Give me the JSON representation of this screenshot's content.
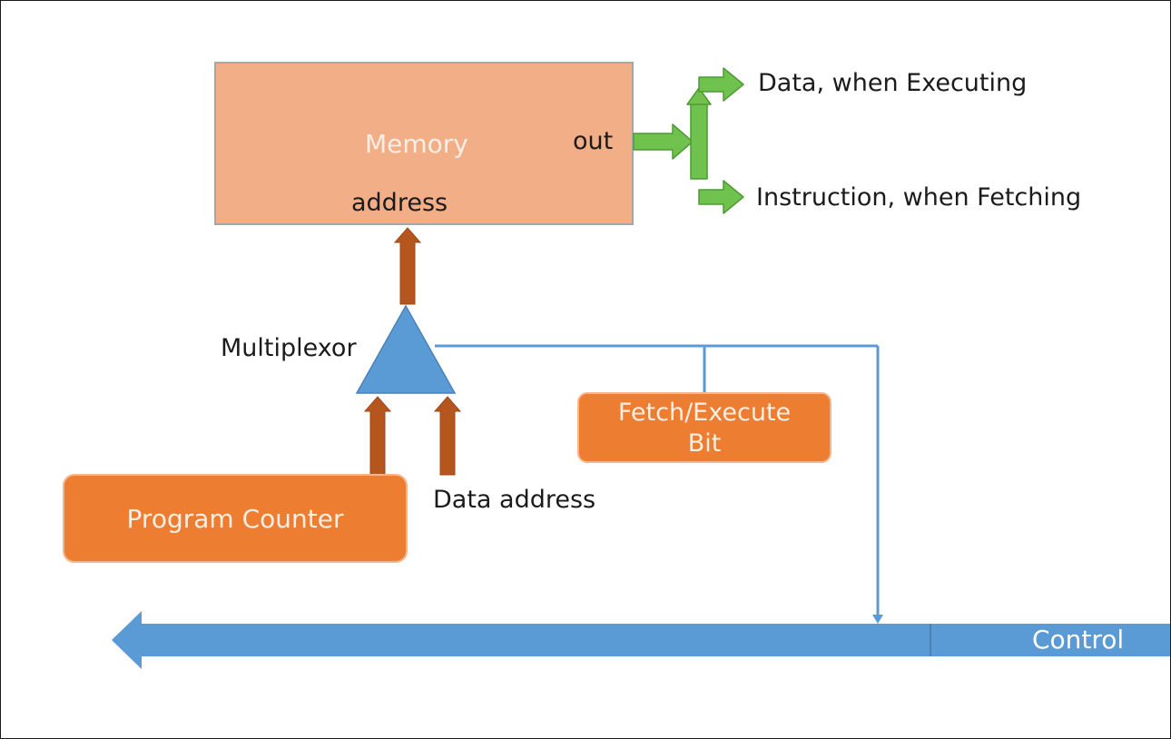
{
  "memory": {
    "title": "Memory",
    "out_label": "out",
    "address_label": "address"
  },
  "outputs": {
    "data_label": "Data, when Executing",
    "instruction_label": "Instruction, when Fetching"
  },
  "mux": {
    "label": "Multiplexor"
  },
  "fetch_execute": {
    "line1": "Fetch/Execute",
    "line2": "Bit"
  },
  "program_counter": {
    "label": "Program Counter"
  },
  "data_address": {
    "label": "Data address"
  },
  "control": {
    "label": "Control"
  },
  "colors": {
    "memory_fill": "#f2ae86",
    "orange_box": "#ed7d31",
    "brown_arrow": "#b5561f",
    "green_arrow": "#70c24e",
    "blue": "#5b9bd5"
  }
}
